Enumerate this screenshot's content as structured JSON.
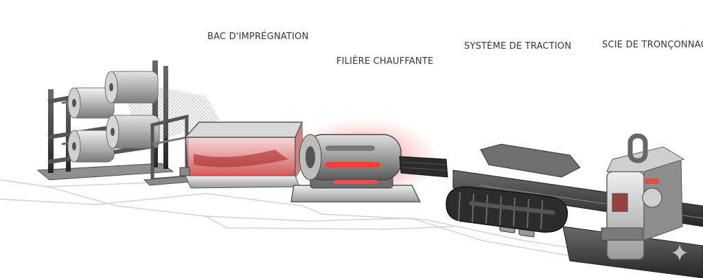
{
  "diagram": {
    "stages": [
      {
        "id": "creel",
        "label": ""
      },
      {
        "id": "impregnation",
        "label": "BAC D'IMPRÉGNATION"
      },
      {
        "id": "die",
        "label": "FILIÈRE CHAUFFANTE"
      },
      {
        "id": "puller",
        "label": "SYSTÈME DE TRACTION"
      },
      {
        "id": "saw",
        "label": "SCIE DE TRONÇONNAGE"
      }
    ]
  },
  "colors": {
    "metal_light": "#d9d9d9",
    "metal_mid": "#a8a8a8",
    "metal_dark": "#3c3c3c",
    "resin_red": "#c83a3a",
    "heat_glow": "#ff2a2a",
    "floor_line": "#cfcfcf"
  },
  "icons": {
    "watermark": "sparkle-icon"
  }
}
